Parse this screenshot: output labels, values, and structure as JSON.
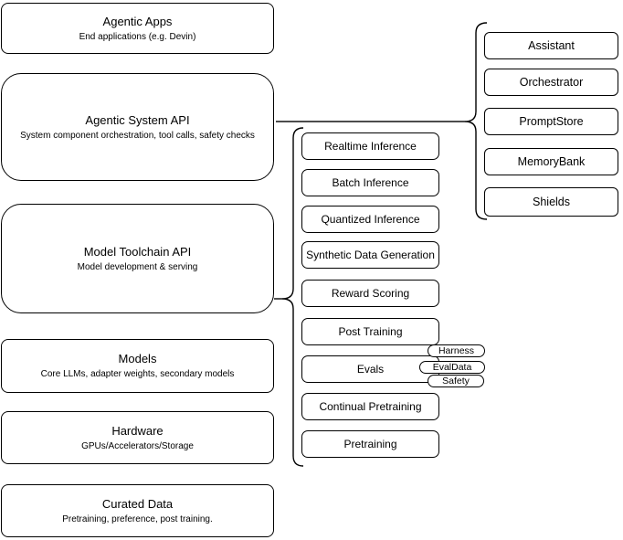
{
  "left_column": [
    {
      "title": "Agentic Apps",
      "subtitle": "End applications (e.g. Devin)"
    },
    {
      "title": "Agentic System API",
      "subtitle": "System component orchestration, tool calls, safety checks"
    },
    {
      "title": "Model Toolchain API",
      "subtitle": "Model development & serving"
    },
    {
      "title": "Models",
      "subtitle": "Core LLMs, adapter weights, secondary models"
    },
    {
      "title": "Hardware",
      "subtitle": "GPUs/Accelerators/Storage"
    },
    {
      "title": "Curated Data",
      "subtitle": "Pretraining, preference, post training."
    }
  ],
  "toolchain": [
    "Realtime Inference",
    "Batch Inference",
    "Quantized Inference",
    "Synthetic Data Generation",
    "Reward Scoring",
    "Post Training",
    "Evals",
    "Continual Pretraining",
    "Pretraining"
  ],
  "eval_tags": [
    "Harness",
    "EvalData",
    "Safety"
  ],
  "system_components": [
    "Assistant",
    "Orchestrator",
    "PromptStore",
    "MemoryBank",
    "Shields"
  ],
  "colors": {
    "stroke": "#000000",
    "fill": "#ffffff"
  }
}
